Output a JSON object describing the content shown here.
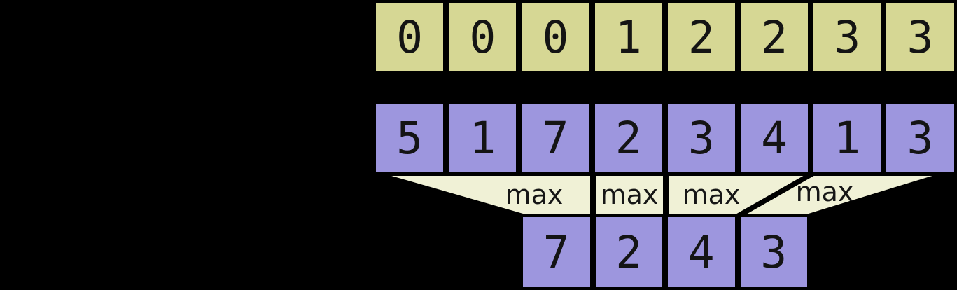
{
  "diagram": {
    "kind": "segmented-max-reduction",
    "rows": {
      "segment_ids": {
        "values": [
          "0",
          "0",
          "0",
          "1",
          "2",
          "2",
          "3",
          "3"
        ]
      },
      "input": {
        "values": [
          "5",
          "1",
          "7",
          "2",
          "3",
          "4",
          "1",
          "3"
        ]
      },
      "output": {
        "values": [
          "7",
          "2",
          "4",
          "3"
        ]
      }
    },
    "operators": {
      "labels": [
        "max",
        "max",
        "max",
        "max"
      ]
    },
    "colors": {
      "background": "#000000",
      "segment_cell": "#d6d794",
      "value_cell": "#9d96de",
      "operator_region": "#f0f1d6",
      "border": "#000000",
      "text": "#141414"
    }
  }
}
